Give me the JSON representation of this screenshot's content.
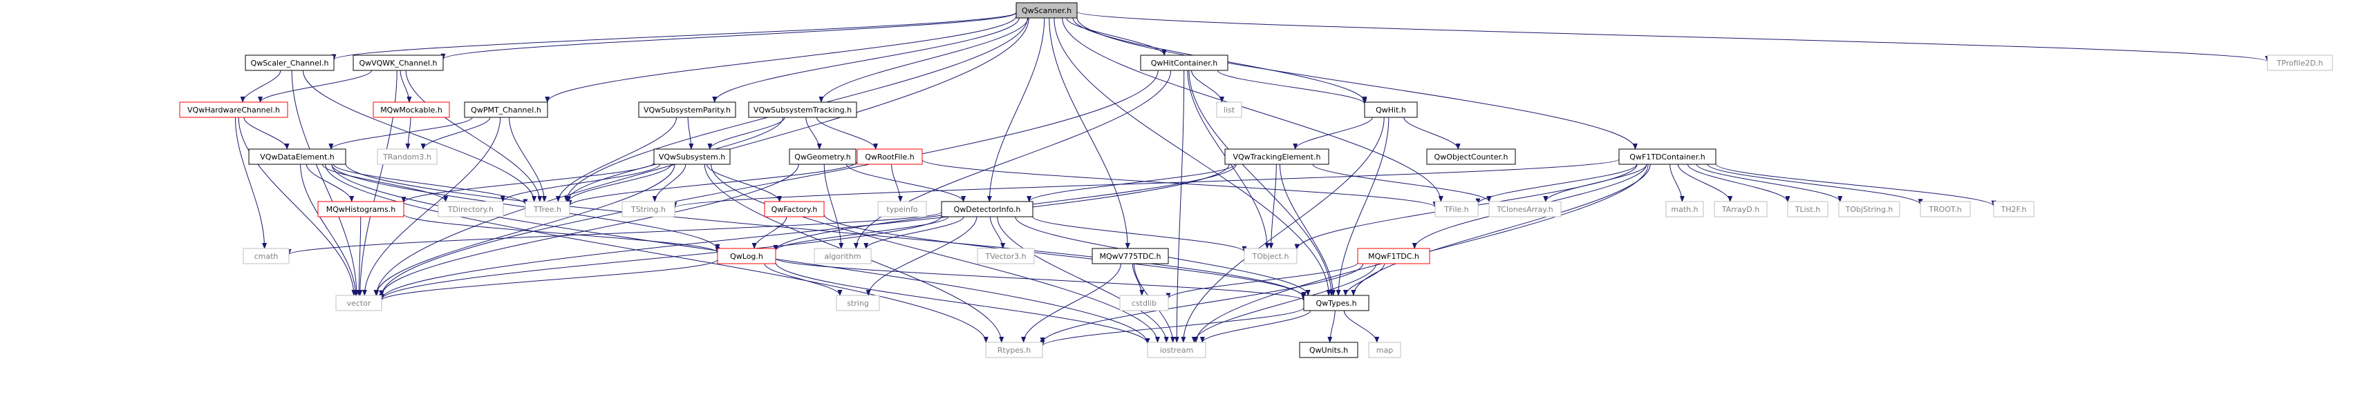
{
  "colors": {
    "root_fill": "#bfbfbf",
    "edge": "#191970",
    "text": "#000000",
    "gray_text": "#808080",
    "red_border": "#ff0000",
    "black_border": "#000000",
    "gray_border": "#bfbfbf"
  },
  "nodes": [
    {
      "id": "QwScanner",
      "label": "QwScanner.h",
      "style": "root"
    },
    {
      "id": "QwScalerChannel",
      "label": "QwScaler_Channel.h",
      "style": "black"
    },
    {
      "id": "QwVQWKChannel",
      "label": "QwVQWK_Channel.h",
      "style": "black"
    },
    {
      "id": "QwPMTChannel",
      "label": "QwPMT_Channel.h",
      "style": "black"
    },
    {
      "id": "QwSubsystemParity",
      "label": "VQwSubsystemParity.h",
      "style": "black"
    },
    {
      "id": "QwSubsystemTracking",
      "label": "VQwSubsystemTracking.h",
      "style": "black"
    },
    {
      "id": "QwHitContainer",
      "label": "QwHitContainer.h",
      "style": "black"
    },
    {
      "id": "QwHit",
      "label": "QwHit.h",
      "style": "black"
    },
    {
      "id": "QwF1TDContainer",
      "label": "QwF1TDContainer.h",
      "style": "black"
    },
    {
      "id": "TProfile2D",
      "label": "TProfile2D.h",
      "style": "gray"
    },
    {
      "id": "VQwHardwareChannel",
      "label": "VQwHardwareChannel.h",
      "style": "red"
    },
    {
      "id": "MQwMockable",
      "label": "MQwMockable.h",
      "style": "red"
    },
    {
      "id": "list",
      "label": "list",
      "style": "gray"
    },
    {
      "id": "VQwDataElement",
      "label": "VQwDataElement.h",
      "style": "black"
    },
    {
      "id": "TRandom3",
      "label": "TRandom3.h",
      "style": "gray"
    },
    {
      "id": "VQwSubsystem",
      "label": "VQwSubsystem.h",
      "style": "black"
    },
    {
      "id": "QwGeometry",
      "label": "QwGeometry.h",
      "style": "black"
    },
    {
      "id": "QwRootFile",
      "label": "QwRootFile.h",
      "style": "red"
    },
    {
      "id": "VQwTrackingElement",
      "label": "VQwTrackingElement.h",
      "style": "black"
    },
    {
      "id": "QwObjectCounter",
      "label": "QwObjectCounter.h",
      "style": "black"
    },
    {
      "id": "MQwHistograms",
      "label": "MQwHistograms.h",
      "style": "red"
    },
    {
      "id": "TDirectory",
      "label": "TDirectory.h",
      "style": "gray"
    },
    {
      "id": "TTree",
      "label": "TTree.h",
      "style": "gray"
    },
    {
      "id": "TString",
      "label": "TString.h",
      "style": "gray"
    },
    {
      "id": "QwFactory",
      "label": "QwFactory.h",
      "style": "red"
    },
    {
      "id": "QwDetectorInfo",
      "label": "QwDetectorInfo.h",
      "style": "black"
    },
    {
      "id": "typeinfo",
      "label": "typeinfo",
      "style": "gray"
    },
    {
      "id": "TFile",
      "label": "TFile.h",
      "style": "gray"
    },
    {
      "id": "TClonesArray",
      "label": "TClonesArray.h",
      "style": "gray"
    },
    {
      "id": "math",
      "label": "math.h",
      "style": "gray"
    },
    {
      "id": "TArrayD",
      "label": "TArrayD.h",
      "style": "gray"
    },
    {
      "id": "TList",
      "label": "TList.h",
      "style": "gray"
    },
    {
      "id": "TObjString",
      "label": "TObjString.h",
      "style": "gray"
    },
    {
      "id": "TROOT",
      "label": "TROOT.h",
      "style": "gray"
    },
    {
      "id": "TH2F",
      "label": "TH2F.h",
      "style": "gray"
    },
    {
      "id": "cmath",
      "label": "cmath",
      "style": "gray"
    },
    {
      "id": "QwLog",
      "label": "QwLog.h",
      "style": "red"
    },
    {
      "id": "algorithm",
      "label": "algorithm",
      "style": "gray"
    },
    {
      "id": "TVector3",
      "label": "TVector3.h",
      "style": "gray"
    },
    {
      "id": "MQwV775TDC",
      "label": "MQwV775TDC.h",
      "style": "black"
    },
    {
      "id": "TObject",
      "label": "TObject.h",
      "style": "gray"
    },
    {
      "id": "MQwF1TDC",
      "label": "MQwF1TDC.h",
      "style": "red"
    },
    {
      "id": "vector",
      "label": "vector",
      "style": "gray"
    },
    {
      "id": "string",
      "label": "string",
      "style": "gray"
    },
    {
      "id": "cstdlib",
      "label": "cstdlib",
      "style": "gray"
    },
    {
      "id": "QwTypes",
      "label": "QwTypes.h",
      "style": "black"
    },
    {
      "id": "QwUnits",
      "label": "QwUnits.h",
      "style": "black"
    },
    {
      "id": "map",
      "label": "map",
      "style": "gray"
    },
    {
      "id": "Rtypes",
      "label": "Rtypes.h",
      "style": "gray"
    },
    {
      "id": "iostream",
      "label": "iostream",
      "style": "gray"
    }
  ],
  "edges": [
    [
      "QwScanner",
      "QwScalerChannel"
    ],
    [
      "QwScanner",
      "QwVQWKChannel"
    ],
    [
      "QwScanner",
      "QwPMTChannel"
    ],
    [
      "QwScanner",
      "QwSubsystemParity"
    ],
    [
      "QwScanner",
      "QwSubsystemTracking"
    ],
    [
      "QwScanner",
      "QwHitContainer"
    ],
    [
      "QwScanner",
      "QwHit"
    ],
    [
      "QwScanner",
      "QwF1TDContainer"
    ],
    [
      "QwScanner",
      "TProfile2D"
    ],
    [
      "QwScanner",
      "QwDetectorInfo"
    ],
    [
      "QwScanner",
      "MQwV775TDC"
    ],
    [
      "QwScanner",
      "TTree"
    ],
    [
      "QwScanner",
      "TFile"
    ],
    [
      "QwScanner",
      "vector"
    ],
    [
      "QwScanner",
      "QwTypes"
    ],
    [
      "QwScalerChannel",
      "VQwHardwareChannel"
    ],
    [
      "QwScalerChannel",
      "TTree"
    ],
    [
      "QwScalerChannel",
      "vector"
    ],
    [
      "QwVQWKChannel",
      "VQwHardwareChannel"
    ],
    [
      "QwVQWKChannel",
      "MQwMockable"
    ],
    [
      "QwVQWKChannel",
      "TTree"
    ],
    [
      "QwVQWKChannel",
      "vector"
    ],
    [
      "QwPMTChannel",
      "VQwDataElement"
    ],
    [
      "QwPMTChannel",
      "TRandom3"
    ],
    [
      "QwPMTChannel",
      "TTree"
    ],
    [
      "QwPMTChannel",
      "vector"
    ],
    [
      "VQwHardwareChannel",
      "VQwDataElement"
    ],
    [
      "VQwHardwareChannel",
      "cmath"
    ],
    [
      "VQwHardwareChannel",
      "vector"
    ],
    [
      "MQwMockable",
      "TRandom3"
    ],
    [
      "VQwDataElement",
      "MQwHistograms"
    ],
    [
      "VQwDataElement",
      "TDirectory"
    ],
    [
      "VQwDataElement",
      "TTree"
    ],
    [
      "VQwDataElement",
      "QwLog"
    ],
    [
      "VQwDataElement",
      "vector"
    ],
    [
      "VQwDataElement",
      "QwTypes"
    ],
    [
      "VQwDataElement",
      "Rtypes"
    ],
    [
      "VQwDataElement",
      "iostream"
    ],
    [
      "QwSubsystemParity",
      "VQwSubsystem"
    ],
    [
      "QwSubsystemParity",
      "TTree"
    ],
    [
      "QwSubsystemTracking",
      "VQwSubsystem"
    ],
    [
      "QwSubsystemTracking",
      "QwGeometry"
    ],
    [
      "QwSubsystemTracking",
      "QwRootFile"
    ],
    [
      "QwSubsystemTracking",
      "TTree"
    ],
    [
      "VQwSubsystem",
      "MQwHistograms"
    ],
    [
      "VQwSubsystem",
      "TDirectory"
    ],
    [
      "VQwSubsystem",
      "TTree"
    ],
    [
      "VQwSubsystem",
      "TString"
    ],
    [
      "VQwSubsystem",
      "QwFactory"
    ],
    [
      "VQwSubsystem",
      "vector"
    ],
    [
      "VQwSubsystem",
      "iostream"
    ],
    [
      "VQwSubsystem",
      "Rtypes"
    ],
    [
      "QwGeometry",
      "QwDetectorInfo"
    ],
    [
      "QwGeometry",
      "algorithm"
    ],
    [
      "QwGeometry",
      "vector"
    ],
    [
      "QwRootFile",
      "TFile"
    ],
    [
      "QwRootFile",
      "typeinfo"
    ],
    [
      "QwRootFile",
      "TTree"
    ],
    [
      "QwHitContainer",
      "QwHit"
    ],
    [
      "QwHitContainer",
      "list"
    ],
    [
      "QwHitContainer",
      "TObject"
    ],
    [
      "QwHitContainer",
      "QwTypes"
    ],
    [
      "QwHitContainer",
      "algorithm"
    ],
    [
      "QwHitContainer",
      "vector"
    ],
    [
      "QwHitContainer",
      "iostream"
    ],
    [
      "QwHit",
      "VQwTrackingElement"
    ],
    [
      "QwHit",
      "QwObjectCounter"
    ],
    [
      "QwHit",
      "QwTypes"
    ],
    [
      "QwHit",
      "iostream"
    ],
    [
      "VQwTrackingElement",
      "QwDetectorInfo"
    ],
    [
      "VQwTrackingElement",
      "TObject"
    ],
    [
      "VQwTrackingElement",
      "QwTypes"
    ],
    [
      "VQwTrackingElement",
      "TClonesArray"
    ],
    [
      "VQwTrackingElement",
      "vector"
    ],
    [
      "VQwTrackingElement",
      "QwLog"
    ],
    [
      "QwDetectorInfo",
      "QwLog"
    ],
    [
      "QwDetectorInfo",
      "TObject"
    ],
    [
      "QwDetectorInfo",
      "TVector3"
    ],
    [
      "QwDetectorInfo",
      "QwTypes"
    ],
    [
      "QwDetectorInfo",
      "vector"
    ],
    [
      "QwDetectorInfo",
      "string"
    ],
    [
      "QwDetectorInfo",
      "cmath"
    ],
    [
      "QwDetectorInfo",
      "algorithm"
    ],
    [
      "QwDetectorInfo",
      "iostream"
    ],
    [
      "QwFactory",
      "QwLog"
    ],
    [
      "QwFactory",
      "QwTypes"
    ],
    [
      "MHistograms_dummy",
      "TTree"
    ],
    [
      "MQwHistograms",
      "vector"
    ],
    [
      "MQwHistograms",
      "QwLog"
    ],
    [
      "QwLog",
      "vector"
    ],
    [
      "QwLog",
      "string"
    ],
    [
      "QwLog",
      "iostream"
    ],
    [
      "QwLog",
      "QwTypes"
    ],
    [
      "MQwV775TDC",
      "Rtypes"
    ],
    [
      "MQwV775TDC",
      "cstdlib"
    ],
    [
      "MQwV775TDC",
      "iostream"
    ],
    [
      "QwF1TDContainer",
      "TObject"
    ],
    [
      "QwF1TDContainer",
      "TClonesArray"
    ],
    [
      "QwF1TDContainer",
      "math"
    ],
    [
      "QwF1TDContainer",
      "TArrayD"
    ],
    [
      "QwF1TDContainer",
      "TList"
    ],
    [
      "QwF1TDContainer",
      "TObjString"
    ],
    [
      "QwF1TDContainer",
      "TROOT"
    ],
    [
      "QwF1TDContainer",
      "TH2F"
    ],
    [
      "QwF1TDContainer",
      "TFile"
    ],
    [
      "QwF1TDContainer",
      "MQwF1TDC"
    ],
    [
      "QwF1TDContainer",
      "QwTypes"
    ],
    [
      "QwF1TDContainer",
      "iostream"
    ],
    [
      "QwF1TDContainer",
      "TString"
    ],
    [
      "MQwF1TDC",
      "QwTypes"
    ],
    [
      "MQwF1TDC",
      "cstdlib"
    ],
    [
      "MQwF1TDC",
      "iostream"
    ],
    [
      "MQwF1TDC",
      "Rtypes"
    ],
    [
      "QwTypes",
      "QwUnits"
    ],
    [
      "QwTypes",
      "map"
    ],
    [
      "QwTypes",
      "Rtypes"
    ],
    [
      "QwTypes",
      "iostream"
    ]
  ]
}
